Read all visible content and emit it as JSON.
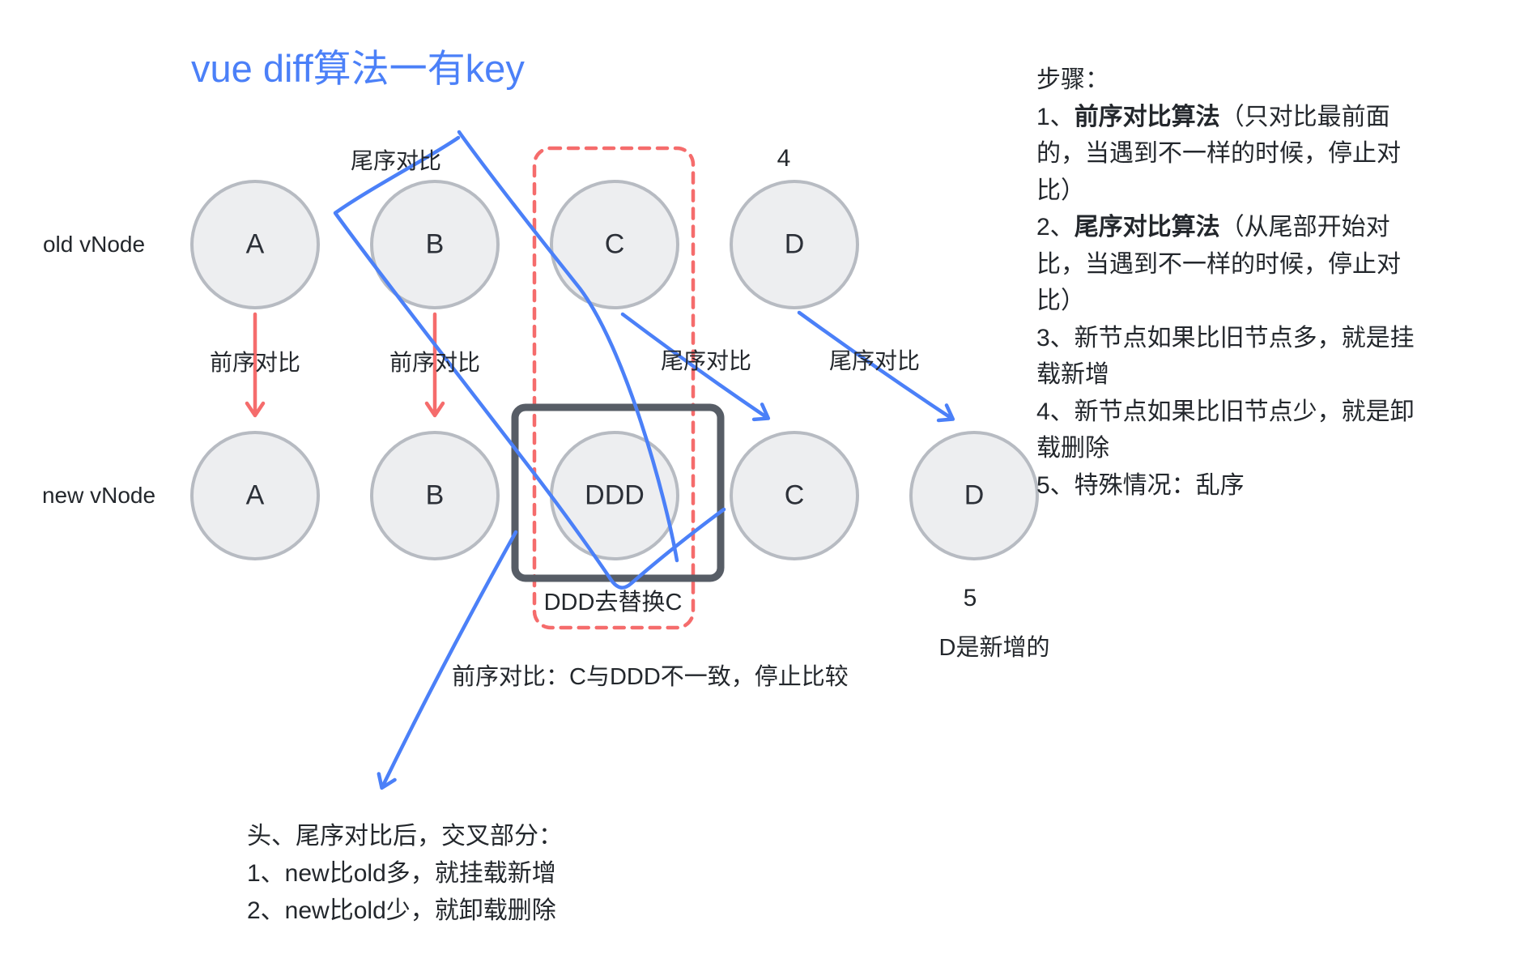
{
  "title": "vue diff算法一有key",
  "colors": {
    "accent_blue": "#4b80f8",
    "accent_red": "#f56c6c",
    "node_fill": "#edeef0",
    "node_border": "#b7bbc2",
    "box_gray": "#575d66",
    "text": "#23272c"
  },
  "diagram": {
    "old_row_label": "old vNode",
    "new_row_label": "new vNode",
    "old_nodes": [
      "A",
      "B",
      "C",
      "D"
    ],
    "new_nodes": [
      "A",
      "B",
      "DDD",
      "C",
      "D"
    ],
    "marker_above_old_d": "4",
    "marker_below_new_d": "5",
    "label_tail_top": "尾序对比",
    "label_head_a": "前序对比",
    "label_head_b": "前序对比",
    "label_tail_c": "尾序对比",
    "label_tail_d": "尾序对比",
    "replace_note": "DDD去替换C",
    "new_d_note": "D是新增的",
    "stop_note": "前序对比：C与DDD不一致，停止比较"
  },
  "steps": {
    "lines": [
      [
        {
          "t": "步骤："
        }
      ],
      [
        {
          "t": "1、"
        },
        {
          "t": "前序对比算法",
          "b": true
        },
        {
          "t": "（只对比最前面"
        }
      ],
      [
        {
          "t": "的，当遇到不一样的时候，停止对"
        }
      ],
      [
        {
          "t": "比）"
        }
      ],
      [
        {
          "t": "2、"
        },
        {
          "t": "尾序对比算法",
          "b": true
        },
        {
          "t": "（从尾部开始对"
        }
      ],
      [
        {
          "t": "比，当遇到不一样的时候，停止对"
        }
      ],
      [
        {
          "t": "比）"
        }
      ],
      [
        {
          "t": "3、新节点如果比旧节点多，就是挂"
        }
      ],
      [
        {
          "t": "载新增"
        }
      ],
      [
        {
          "t": "4、新节点如果比旧节点少，就是卸"
        }
      ],
      [
        {
          "t": "载删除"
        }
      ],
      [
        {
          "t": "5、特殊情况：乱序"
        }
      ]
    ]
  },
  "bottom_note": {
    "lines": [
      "头、尾序对比后，交叉部分：",
      "1、new比old多，就挂载新增",
      "2、new比old少，就卸载删除"
    ]
  }
}
